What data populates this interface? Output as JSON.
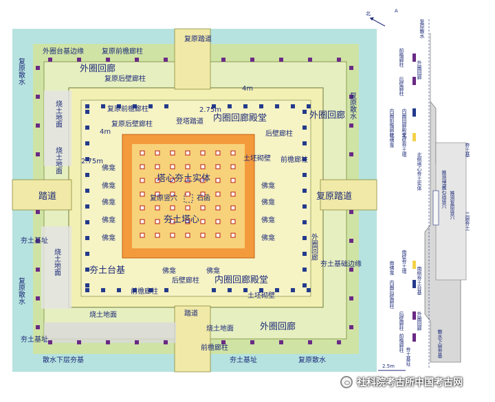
{
  "plan_labels": {
    "outer_platform_edge": "外圈台基边缘",
    "restored_front_eave_col_top": "复原前檐廊柱",
    "outer_corridor_top": "外圈回廊",
    "restored_rear_wall_col_top": "复原后壁廊柱",
    "restored_path_north": "复原踏道",
    "restored_apron": "复原散水",
    "restored_front_eave_col_inner": "复原前檐廊柱",
    "restored_rear_wall_col_inner": "复原后壁廊柱",
    "pagoda_stair": "登塔踏道",
    "inner_corridor_hall_top": "内圈回廊殿堂",
    "rear_wall_col": "后壁廊柱",
    "front_eave_col": "前檐廊柱",
    "outer_corridor_side": "外圈回廊",
    "fired_earth_ground": "烧土地面",
    "buddha_niche": "佛龛",
    "rammed_core": "塔心夯土实体",
    "restored_shaft": "复原竖穴",
    "stone_box": "石函",
    "rammed_core_center": "夯土塔心",
    "earth_wall": "土坯砌壁",
    "path_west": "踏道",
    "restored_path_east": "复原踏道",
    "rammed_platform": "夯土台基",
    "rear_wall_col_bottom": "后壁廊柱",
    "inner_corridor_hall_bottom": "内圈回廊殿堂",
    "earth_wall_bottom": "土坯砌壁",
    "rammed_base_site": "夯土基址",
    "rammed_base_edge": "夯土基础边缘",
    "front_eave_col_bottom": "前檐廊柱",
    "path_south": "踏道",
    "fired_earth_ground_bottom": "烧土地面",
    "outer_corridor_bottom": "外圈回廊",
    "lower_apron": "散水下层夯基",
    "rammed_base_site_bottom": "夯土基址",
    "restored_apron_bottom": "复原散水",
    "dim_275": "2.75m",
    "dim_4": "4m",
    "dim_275b": "2.75m",
    "dim_4b": "4m"
  },
  "section_labels": {
    "north": "北",
    "cut": "A",
    "restored_apron": "复原散水",
    "front_eave_col": "前檐廊柱",
    "rear_wall_col": "后壁廊柱",
    "outer_corridor": "外圈回廊",
    "inner_front_col": "内圈前檐廊柱",
    "inner_corridor_hall": "内圈回廊殿堂",
    "buddha_niche": "北佛龛",
    "earth_wall": "北壁夯土墙",
    "core": "塔心夯土实体",
    "rammed_base": "夯土基",
    "north_side": "北侧塔心夯土实体",
    "shaft": "推测埋藏石函竖穴",
    "restored_shaft": "推测复原竖穴",
    "south_niche": "南佛龛",
    "south_earth_wall": "南壁夯土墙",
    "inner_rear_col": "内圈后壁廊柱",
    "south_base": "南侧夯土台基",
    "rear_col_s": "后壁廊柱",
    "outer_corridor_s": "外圈回廊",
    "front_col_s": "前檐廊柱",
    "apron_base": "散水下层夯基",
    "base_site": "夯土基址",
    "third_base": "三层夯土",
    "scale": "2.5m"
  },
  "watermark": "社科院考古所中国考古网",
  "colors": {
    "outer_green": "#cfe3a5",
    "apron_cyan": "#b6e3df",
    "platform_yellow": "#f3f0b4",
    "core_orange": "#f39a3d",
    "core_yellow": "#f7d27a",
    "col_navy": "#243a8c",
    "col_purple": "#6a2a84",
    "label_blue": "#1c2a78",
    "gray": "#c9c9c9"
  }
}
